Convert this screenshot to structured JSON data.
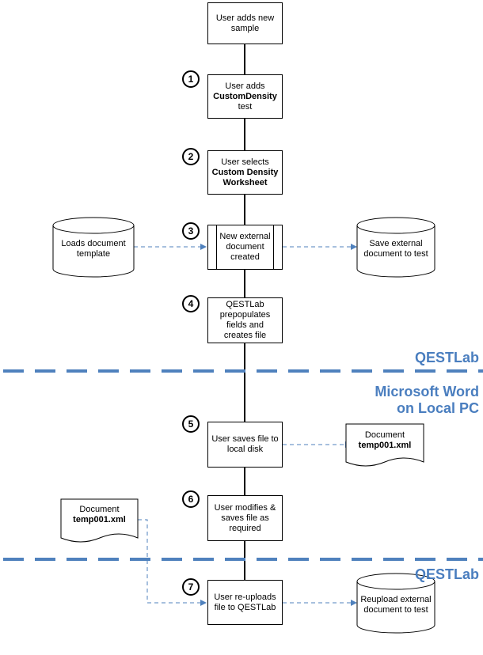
{
  "steps": {
    "start": {
      "text": "User adds new sample"
    },
    "s1": {
      "number": "1",
      "line1": "User adds",
      "bold": "CustomDensity",
      "line3": "test"
    },
    "s2": {
      "number": "2",
      "line1": "User selects",
      "bold1": "Custom Density",
      "bold2": "Worksheet"
    },
    "s3": {
      "number": "3",
      "text": "New external document created"
    },
    "s4": {
      "number": "4",
      "text": "QESTLab prepopulates fields and creates file"
    },
    "s5": {
      "number": "5",
      "text": "User saves file to local disk"
    },
    "s6": {
      "number": "6",
      "text": "User modifies & saves file as required"
    },
    "s7": {
      "number": "7",
      "text": "User re-uploads file to QESTLab"
    }
  },
  "side": {
    "load_template": "Loads document template",
    "save_external": "Save external document to test",
    "doc_right": {
      "line1": "Document",
      "bold": "temp001.xml"
    },
    "doc_left": {
      "line1": "Document",
      "bold": "temp001.xml"
    },
    "reupload": "Reupload external document to test"
  },
  "zones": {
    "top_label": "QESTLab",
    "middle_label_1": "Microsoft Word",
    "middle_label_2": "on Local PC",
    "bottom_label": "QESTLab"
  },
  "colors": {
    "accent": "#4a7ebf",
    "dash": "#4f81bd"
  }
}
